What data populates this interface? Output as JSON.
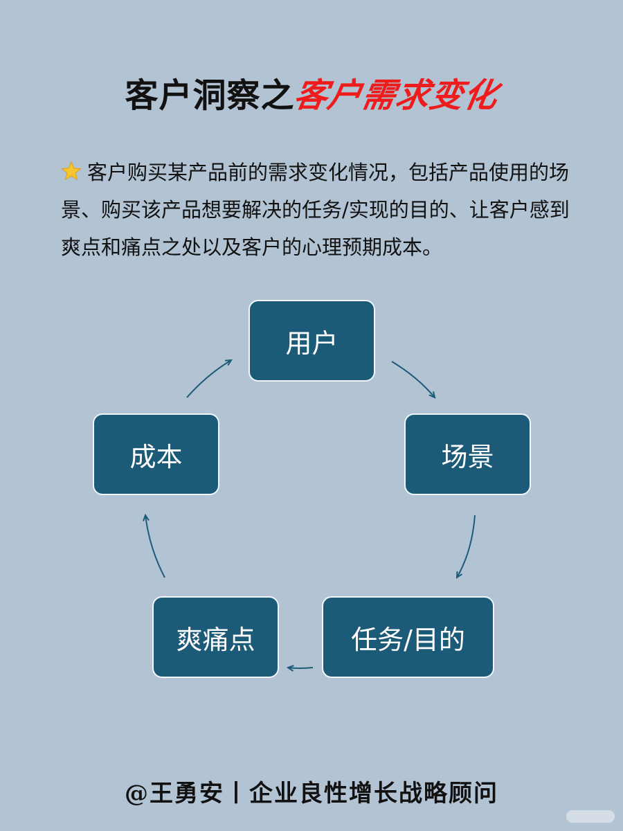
{
  "header": {
    "title_prefix": "客户洞察之",
    "title_highlight": "客户需求变化"
  },
  "intro": {
    "icon": "star-icon",
    "text": "客户购买某产品前的需求变化情况，包括产品使用的场景、购买该产品想要解决的任务/实现的目的、让客户感到爽点和痛点之处以及客户的心理预期成本。"
  },
  "diagram": {
    "node_color": "#1c5b78",
    "arrow_color": "#1c5b78",
    "nodes": [
      {
        "id": "user",
        "label": "用户"
      },
      {
        "id": "scene",
        "label": "场景"
      },
      {
        "id": "task",
        "label": "任务/目的"
      },
      {
        "id": "pain",
        "label": "爽痛点"
      },
      {
        "id": "cost",
        "label": "成本"
      }
    ]
  },
  "footer": {
    "text": "@王勇安丨企业良性增长战略顾问"
  }
}
